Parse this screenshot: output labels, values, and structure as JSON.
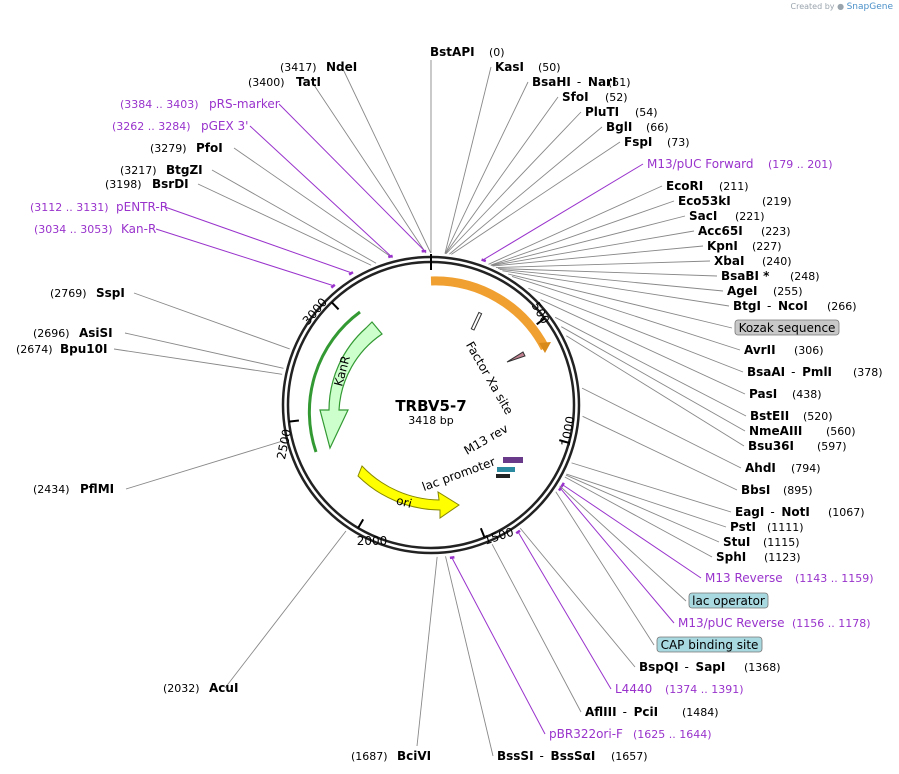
{
  "credit": {
    "prefix": "Created by",
    "brand": "SnapGene"
  },
  "plasmid": {
    "name": "TRBV5-7",
    "length_label": "3418 bp"
  },
  "ticks": [
    "500",
    "1000",
    "1500",
    "2000",
    "2500",
    "3000"
  ],
  "enzymes": [
    {
      "name": "BstAPI",
      "pos": "(0)"
    },
    {
      "name": "KasI",
      "pos": "(50)"
    },
    {
      "name": "BsaHI",
      "name2": "NarI",
      "pos": "(51)"
    },
    {
      "name": "SfoI",
      "pos": "(52)"
    },
    {
      "name": "PluTI",
      "pos": "(54)"
    },
    {
      "name": "BglI",
      "pos": "(66)"
    },
    {
      "name": "FspI",
      "pos": "(73)"
    },
    {
      "name": "EcoRI",
      "pos": "(211)"
    },
    {
      "name": "Eco53kI",
      "pos": "(219)"
    },
    {
      "name": "SacI",
      "pos": "(221)"
    },
    {
      "name": "Acc65I",
      "pos": "(223)"
    },
    {
      "name": "KpnI",
      "pos": "(227)"
    },
    {
      "name": "XbaI",
      "pos": "(240)"
    },
    {
      "name": "BsaBI *",
      "pos": "(248)"
    },
    {
      "name": "AgeI",
      "pos": "(255)"
    },
    {
      "name": "BtgI",
      "name2": "NcoI",
      "pos": "(266)"
    },
    {
      "name": "AvrII",
      "pos": "(306)"
    },
    {
      "name": "BsaAI",
      "name2": "PmlI",
      "pos": "(378)"
    },
    {
      "name": "PasI",
      "pos": "(438)"
    },
    {
      "name": "BstEII",
      "pos": "(520)"
    },
    {
      "name": "NmeAIII",
      "pos": "(560)"
    },
    {
      "name": "Bsu36I",
      "pos": "(597)"
    },
    {
      "name": "AhdI",
      "pos": "(794)"
    },
    {
      "name": "BbsI",
      "pos": "(895)"
    },
    {
      "name": "EagI",
      "name2": "NotI",
      "pos": "(1067)"
    },
    {
      "name": "PstI",
      "pos": "(1111)"
    },
    {
      "name": "StuI",
      "pos": "(1115)"
    },
    {
      "name": "SphI",
      "pos": "(1123)"
    },
    {
      "name": "BspQI",
      "name2": "SapI",
      "pos": "(1368)"
    },
    {
      "name": "AflIII",
      "name2": "PciI",
      "pos": "(1484)"
    },
    {
      "name": "BssSI",
      "name2": "BssSαI",
      "pos": "(1657)"
    },
    {
      "name": "BciVI",
      "pos": "(1687)"
    },
    {
      "name": "AcuI",
      "pos": "(2032)"
    },
    {
      "name": "PflMI",
      "pos": "(2434)"
    },
    {
      "name": "Bpu10I",
      "pos": "(2674)"
    },
    {
      "name": "AsiSI",
      "pos": "(2696)"
    },
    {
      "name": "SspI",
      "pos": "(2769)"
    },
    {
      "name": "BsrDI",
      "pos": "(3198)"
    },
    {
      "name": "BtgZI",
      "pos": "(3217)"
    },
    {
      "name": "PfoI",
      "pos": "(3279)"
    },
    {
      "name": "TatI",
      "pos": "(3400)"
    },
    {
      "name": "NdeI",
      "pos": "(3417)"
    }
  ],
  "primers": [
    {
      "name": "M13/pUC Forward",
      "range": "(179 .. 201)"
    },
    {
      "name": "M13 Reverse",
      "range": "(1143 .. 1159)"
    },
    {
      "name": "M13/pUC Reverse",
      "range": "(1156 .. 1178)"
    },
    {
      "name": "L4440",
      "range": "(1374 .. 1391)"
    },
    {
      "name": "pBR322ori-F",
      "range": "(1625 .. 1644)"
    },
    {
      "name": "Kan-R",
      "range": "(3034 .. 3053)"
    },
    {
      "name": "pENTR-R",
      "range": "(3112 .. 3131)"
    },
    {
      "name": "pGEX 3'",
      "range": "(3262 .. 3284)"
    },
    {
      "name": "pRS-marker",
      "range": "(3384 .. 3403)"
    }
  ],
  "boxed_features": [
    "Kozak sequence",
    "lac operator",
    "CAP binding site"
  ],
  "features": [
    "KanR",
    "ori",
    "Factor Xa site",
    "M13 rev",
    "lac promoter"
  ],
  "colors": {
    "primer": "#9933cc",
    "kanr_fill": "#ccffcc",
    "kanr_stroke": "#339933",
    "ori_fill": "#ffff00",
    "orange_arc": "#f0a030",
    "kozak_box": "#c8c8c8",
    "lac_box": "#a8d8e0"
  }
}
